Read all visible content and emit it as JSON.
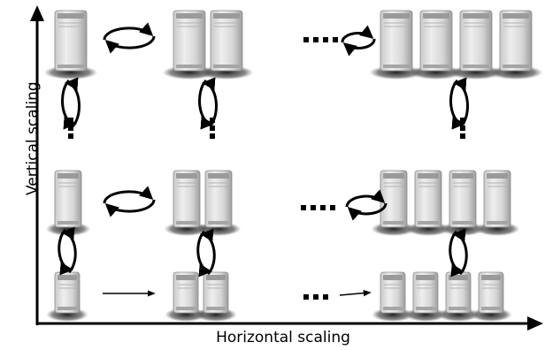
{
  "axes": {
    "x_label": "Horizontal scaling",
    "y_label": "Vertical scaling"
  },
  "rows": [
    {
      "tier": "large",
      "server_counts": [
        1,
        2,
        4
      ]
    },
    {
      "tier": "medium",
      "server_counts": [
        1,
        2,
        4
      ]
    },
    {
      "tier": "small",
      "server_counts": [
        1,
        2,
        4
      ]
    }
  ],
  "icons": {
    "server": "server-tower-icon",
    "horizontal_transition": "cycle-arrows-icon",
    "vertical_transition": "cycle-arrows-icon",
    "continuation": "ellipsis-icon",
    "small_transition": "right-arrow-icon"
  },
  "colors": {
    "server_light": "#e9e9e9",
    "server_dark": "#a8a8a8",
    "shadow": "#2a2a2a",
    "axis": "#000000"
  }
}
